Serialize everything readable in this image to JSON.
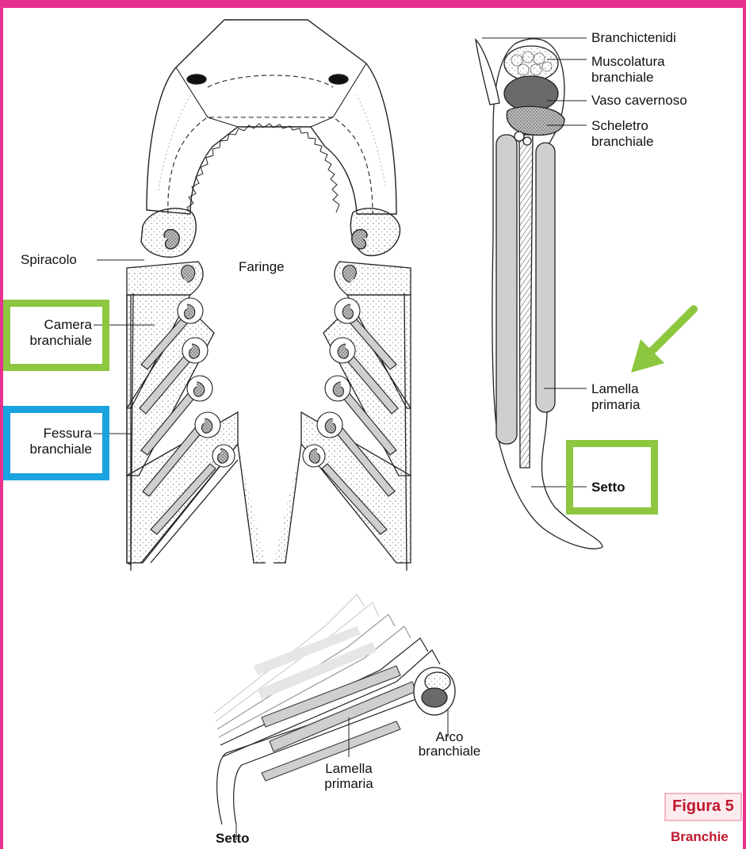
{
  "labels": {
    "spiracolo": "Spiracolo",
    "faringe": "Faringe",
    "camera_1": "Camera",
    "camera_2": "branchiale",
    "fessura_1": "Fessura",
    "fessura_2": "branchiale",
    "branchictenidi": "Branchictenidi",
    "muscolatura_1": "Muscolatura",
    "muscolatura_2": "branchiale",
    "vaso": "Vaso cavernoso",
    "scheletro_1": "Scheletro",
    "scheletro_2": "branchiale",
    "lamella_1": "Lamella",
    "lamella_2": "primaria",
    "setto_right": "Setto",
    "arco_1": "Arco",
    "arco_2": "branchiale",
    "lamella_b_1": "Lamella",
    "lamella_b_2": "primaria",
    "setto_bottom": "Setto"
  },
  "caption": {
    "figure": "Figura 5",
    "title": "Branchie"
  },
  "colors": {
    "frame": "#e8318f",
    "highlight_green": "#8dc63f",
    "highlight_blue": "#1aa3e0",
    "caption": "#c0182e"
  }
}
